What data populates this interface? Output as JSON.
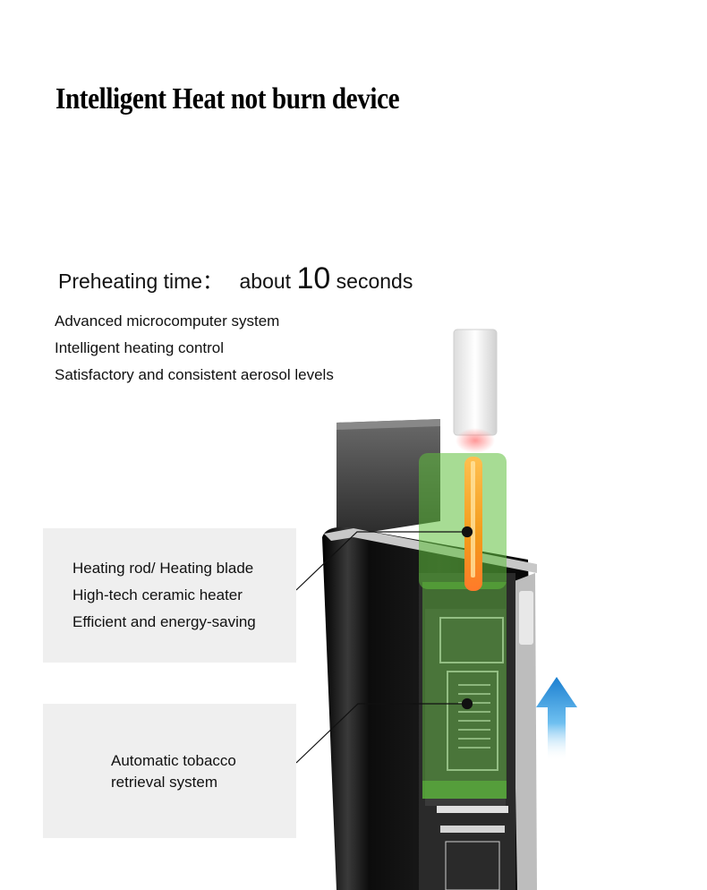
{
  "title": "Intelligent Heat not burn device",
  "preheat": {
    "label": "Preheating time：",
    "prefix": "about",
    "value": "10",
    "unit": "seconds"
  },
  "features": [
    "Advanced microcomputer system",
    "Intelligent heating control",
    "Satisfactory and consistent aerosol levels"
  ],
  "callout_heating": {
    "lines": [
      "Heating rod/ Heating blade",
      "High-tech ceramic heater",
      "Efficient and energy-saving"
    ]
  },
  "callout_retrieval": {
    "lines": [
      "Automatic tobacco",
      "retrieval system"
    ]
  },
  "colors": {
    "device_body": "#1a1a1a",
    "heat_zone": "#5fbf3c",
    "heating_rod": "#f0a020",
    "arrow": "#2a8fd6",
    "callout_bg": "#efefef"
  }
}
